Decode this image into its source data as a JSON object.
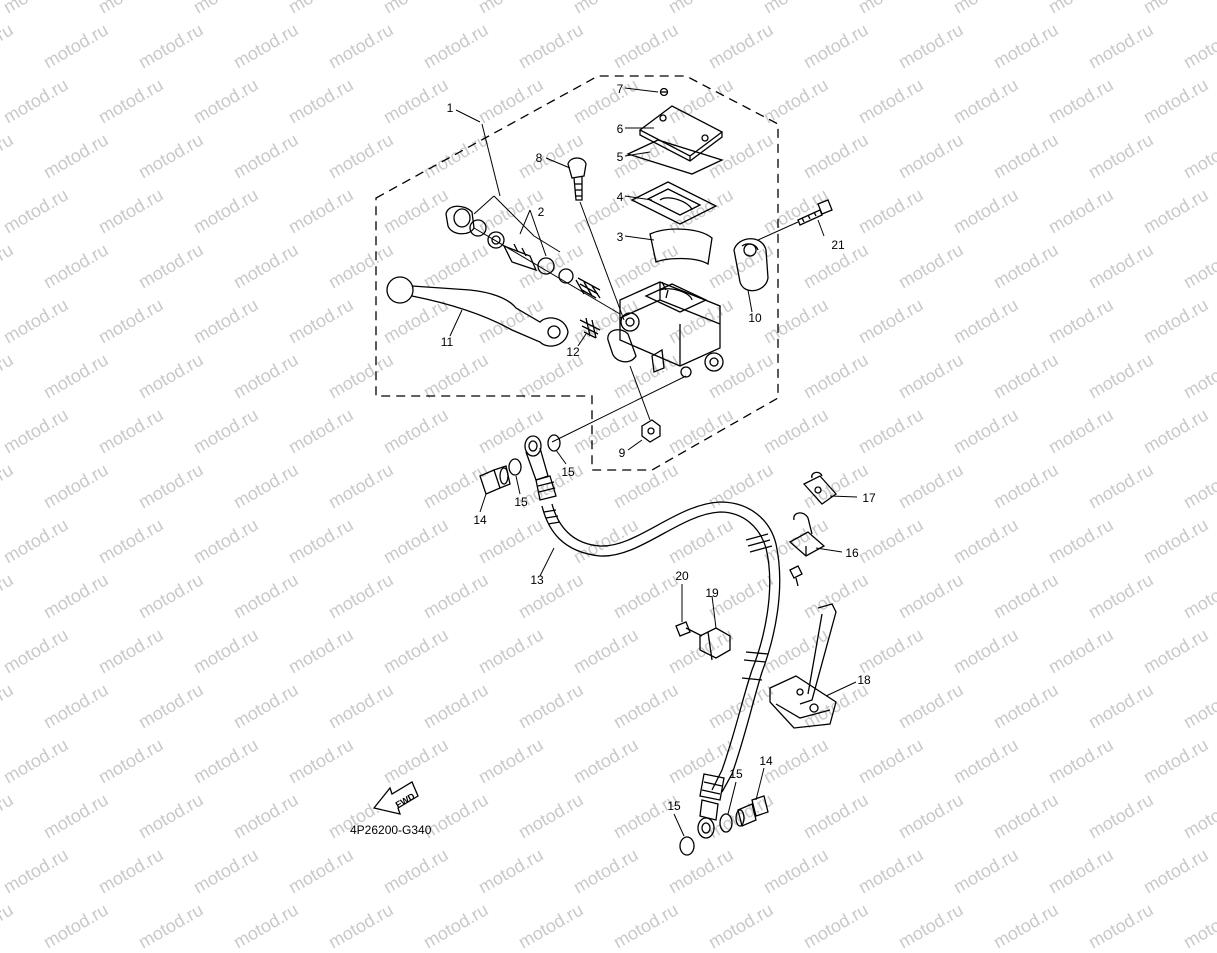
{
  "watermark": "motod.ru",
  "diagram_code": "4P26200-G340",
  "fwd_label": "FWD",
  "callouts": {
    "c1": "1",
    "c2": "2",
    "c3": "3",
    "c4": "4",
    "c5": "5",
    "c6": "6",
    "c7": "7",
    "c8": "8",
    "c9": "9",
    "c10": "10",
    "c11": "11",
    "c12": "12",
    "c13": "13",
    "c14a": "14",
    "c14b": "14",
    "c15a": "15",
    "c15b": "15",
    "c15c": "15",
    "c15d": "15",
    "c16": "16",
    "c17": "17",
    "c18": "18",
    "c19": "19",
    "c20": "20",
    "c21": "21"
  },
  "colors": {
    "line": "#000000",
    "watermark": "#c9c9c9"
  }
}
